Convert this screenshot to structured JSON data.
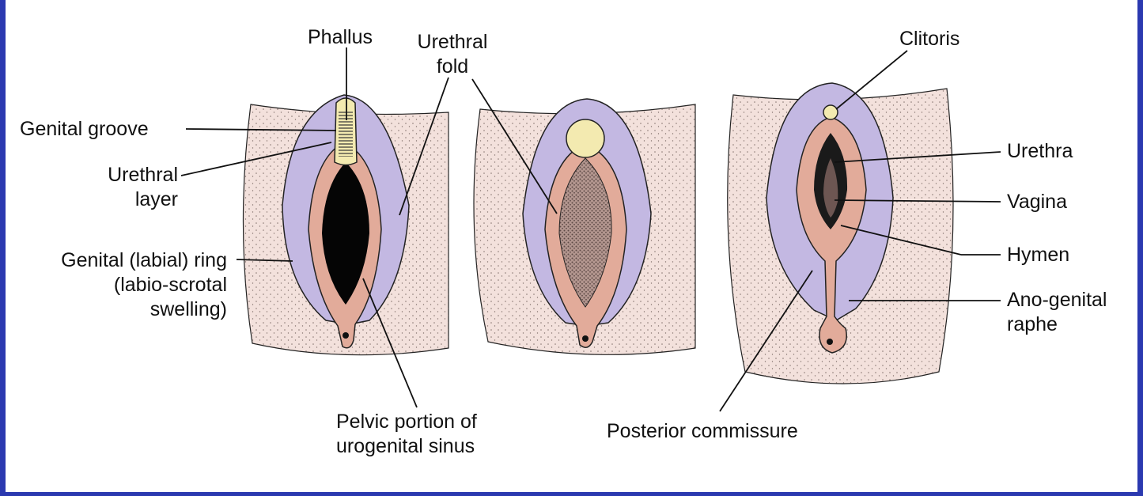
{
  "labels": {
    "phallus": "Phallus",
    "urethral_fold": [
      "Urethral",
      "fold"
    ],
    "genital_groove": "Genital groove",
    "urethral_layer": [
      "Urethral",
      "layer"
    ],
    "genital_ring": [
      "Genital (labial) ring",
      "(labio-scrotal",
      "swelling)"
    ],
    "pelvic_portion": [
      "Pelvic portion of",
      "urogenital sinus"
    ],
    "clitoris": "Clitoris",
    "urethra": "Urethra",
    "vagina": "Vagina",
    "hymen": "Hymen",
    "ano_genital_raphe": [
      "Ano-genital",
      "raphe"
    ],
    "posterior_commissure": "Posterior commissure"
  },
  "colors": {
    "border": "#2b39b0",
    "skin": "#f3e1dc",
    "labial_swelling": "#c3b8e2",
    "urethral_fold": "#e2ab9a",
    "phallus": "#f3eab0",
    "sinus_dark": "#050505"
  }
}
